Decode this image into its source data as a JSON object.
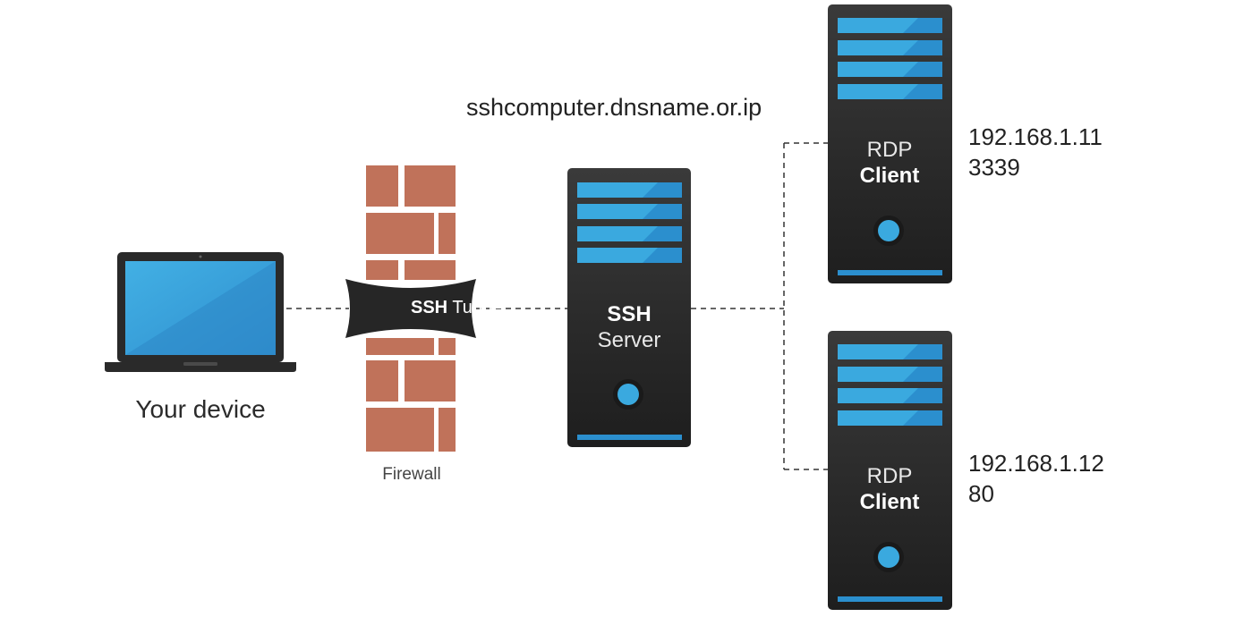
{
  "device": {
    "label": "Your device"
  },
  "firewall": {
    "label": "Firewall"
  },
  "tunnel": {
    "bold": "SSH",
    "label": "Tunnel"
  },
  "ssh_server": {
    "hostname": "sshcomputer.dnsname.or.ip",
    "line1": "SSH",
    "line2": "Server"
  },
  "rdp_clients": [
    {
      "line1": "RDP",
      "line2": "Client",
      "ip": "192.168.1.11",
      "port": "3339"
    },
    {
      "line1": "RDP",
      "line2": "Client",
      "ip": "192.168.1.12",
      "port": "80"
    }
  ],
  "colors": {
    "brick": "#c0725a",
    "server_body": "#2b2b2b",
    "accent_blue": "#3aa9df",
    "screen_blue": "#3a9fd8"
  }
}
